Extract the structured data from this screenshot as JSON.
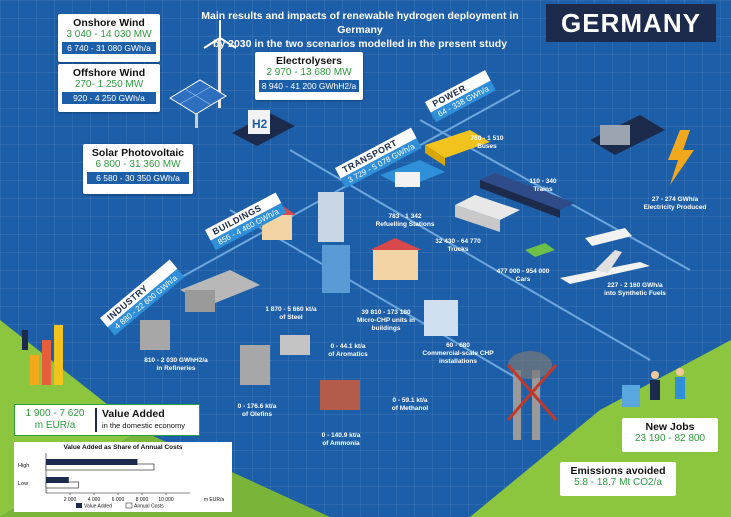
{
  "header": {
    "title_line1": "Main results and impacts of renewable hydrogen deployment in Germany",
    "title_line2": "by 2030 in the two scenarios modelled in the present study",
    "country": "GERMANY"
  },
  "boxes": {
    "onshore": {
      "title": "Onshore Wind",
      "mw": "3 040 - 14 030 MW",
      "gwh": "6 740 - 31 080 GWh/a"
    },
    "offshore": {
      "title": "Offshore Wind",
      "mw": "270- 1 250 MW",
      "gwh": "920 - 4 250 GWh/a"
    },
    "solar": {
      "title": "Solar Photovoltaic",
      "mw": "6 800 - 31 360 MW",
      "gwh": "6 580 - 30 350 GWh/a"
    },
    "electrolysers": {
      "title": "Electrolysers",
      "mw": "2 970 - 13 680 MW",
      "gwh": "8 940 - 41 200 GWhH2/a"
    }
  },
  "ribbons": {
    "power": {
      "name": "POWER",
      "value": "64 - 338 GWh/a"
    },
    "transport": {
      "name": "TRANSPORT",
      "value": "3 729 - 5 078 GWh/a"
    },
    "buildings": {
      "name": "BUILDINGS",
      "value": "856 - 4 460 GWh/a"
    },
    "industry": {
      "name": "INDUSTRY",
      "value": "4 880 - 22 600 GWh/a"
    }
  },
  "labels": {
    "buses": {
      "value": "760 - 1 510",
      "name": "Buses"
    },
    "trains": {
      "value": "110 - 340",
      "name": "Trains"
    },
    "refuelling": {
      "value": "783 - 1 342",
      "name": "Refuelling Stations"
    },
    "trucks": {
      "value": "32 430 - 64 770",
      "name": "Trucks"
    },
    "cars": {
      "value": "477 000 - 954 000",
      "name": "Cars"
    },
    "synfuels": {
      "value": "227 - 2 160 GWh/a",
      "name": "into Synthetic Fuels"
    },
    "electricity": {
      "value": "27 - 274 GWh/a",
      "name": "Electricity Produced"
    },
    "steel": {
      "value": "1 870 - 5 660 kt/a",
      "name": "of Steel"
    },
    "microchp": {
      "value": "39 810 - 173 180",
      "name": "Micro-CHP units in buildings"
    },
    "chp": {
      "value": "60 - 680",
      "name": "Commercial-scale CHP installations"
    },
    "refineries": {
      "value": "810 - 2 030 GWhH2/a",
      "name": "in Refineries"
    },
    "aromatics": {
      "value": "0 - 44.1 kt/a",
      "name": "of Aromatics"
    },
    "methanol": {
      "value": "0 - 59.1 kt/a",
      "name": "of Methanol"
    },
    "olefins": {
      "value": "0 - 176.6 kt/a",
      "name": "of Olefins"
    },
    "ammonia": {
      "value": "0 - 140.9 kt/a",
      "name": "of Ammonia"
    }
  },
  "value_added": {
    "value_line1": "1 900 - 7 620",
    "value_line2": "m EUR/a",
    "title": "Value Added",
    "subtitle": "in the domestic economy"
  },
  "jobs": {
    "title": "New Jobs",
    "value": "23 190 - 82 800"
  },
  "emissions": {
    "title": "Emissions avoided",
    "value": "5.8 - 18.7 Mt CO2/a"
  },
  "chart_data": {
    "type": "bar",
    "title": "Value Added as Share of Annual Costs",
    "categories": [
      "High",
      "Low"
    ],
    "series": [
      {
        "name": "Value Added",
        "values": [
          7620,
          1900
        ]
      },
      {
        "name": "Annual Costs",
        "values": [
          9000,
          2700
        ]
      }
    ],
    "x_ticks": [
      "2 000",
      "4 000",
      "6 000",
      "8 000",
      "10 000"
    ],
    "xlabel": "m EUR/a",
    "xlim": [
      0,
      12000
    ],
    "colors": {
      "value_added": "#1c2b4b",
      "annual_costs": "#ffffff"
    }
  }
}
